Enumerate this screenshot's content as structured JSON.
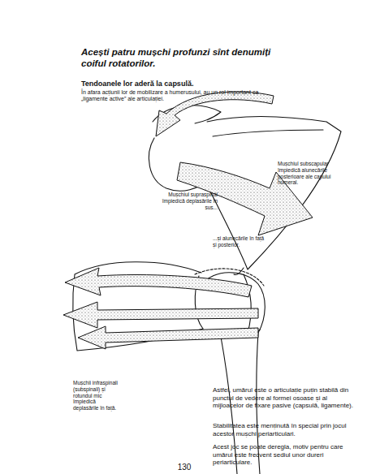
{
  "diagram": {
    "title": "Acești patru mușchi profunzi sînt denumiți coiful rotatorilor.",
    "labels": [
      "Tendoanele lor aderă la capsulă.",
      "În afara acțiunii lor de mobilizare a humerusului, au un rol important ca „ligamente active” ale articulației.",
      "Mușchiul subscapular împiedică alunecările posterioare ale capului humeral.",
      "Mușchiul supraspinal împiedică deplasările în sus...",
      "...și alunecările în față și posterior.",
      "Mușchii infraspinali (subspinali) și rotundul mic împiedică deplasările în față.",
      "Astfel, umărul este o articulație puțin stabilă din punctul de vedere al formei osoase și al mijloacelor de fixare pasive (capsulă, ligamente).",
      "Stabilitatea este menținută în special prin jocul acestor mușchi periarticulari.",
      "Acest joc se poate deregla, motiv pentru care umărul este frecvent sediul unor dureri periarticulare.",
      "130"
    ]
  }
}
